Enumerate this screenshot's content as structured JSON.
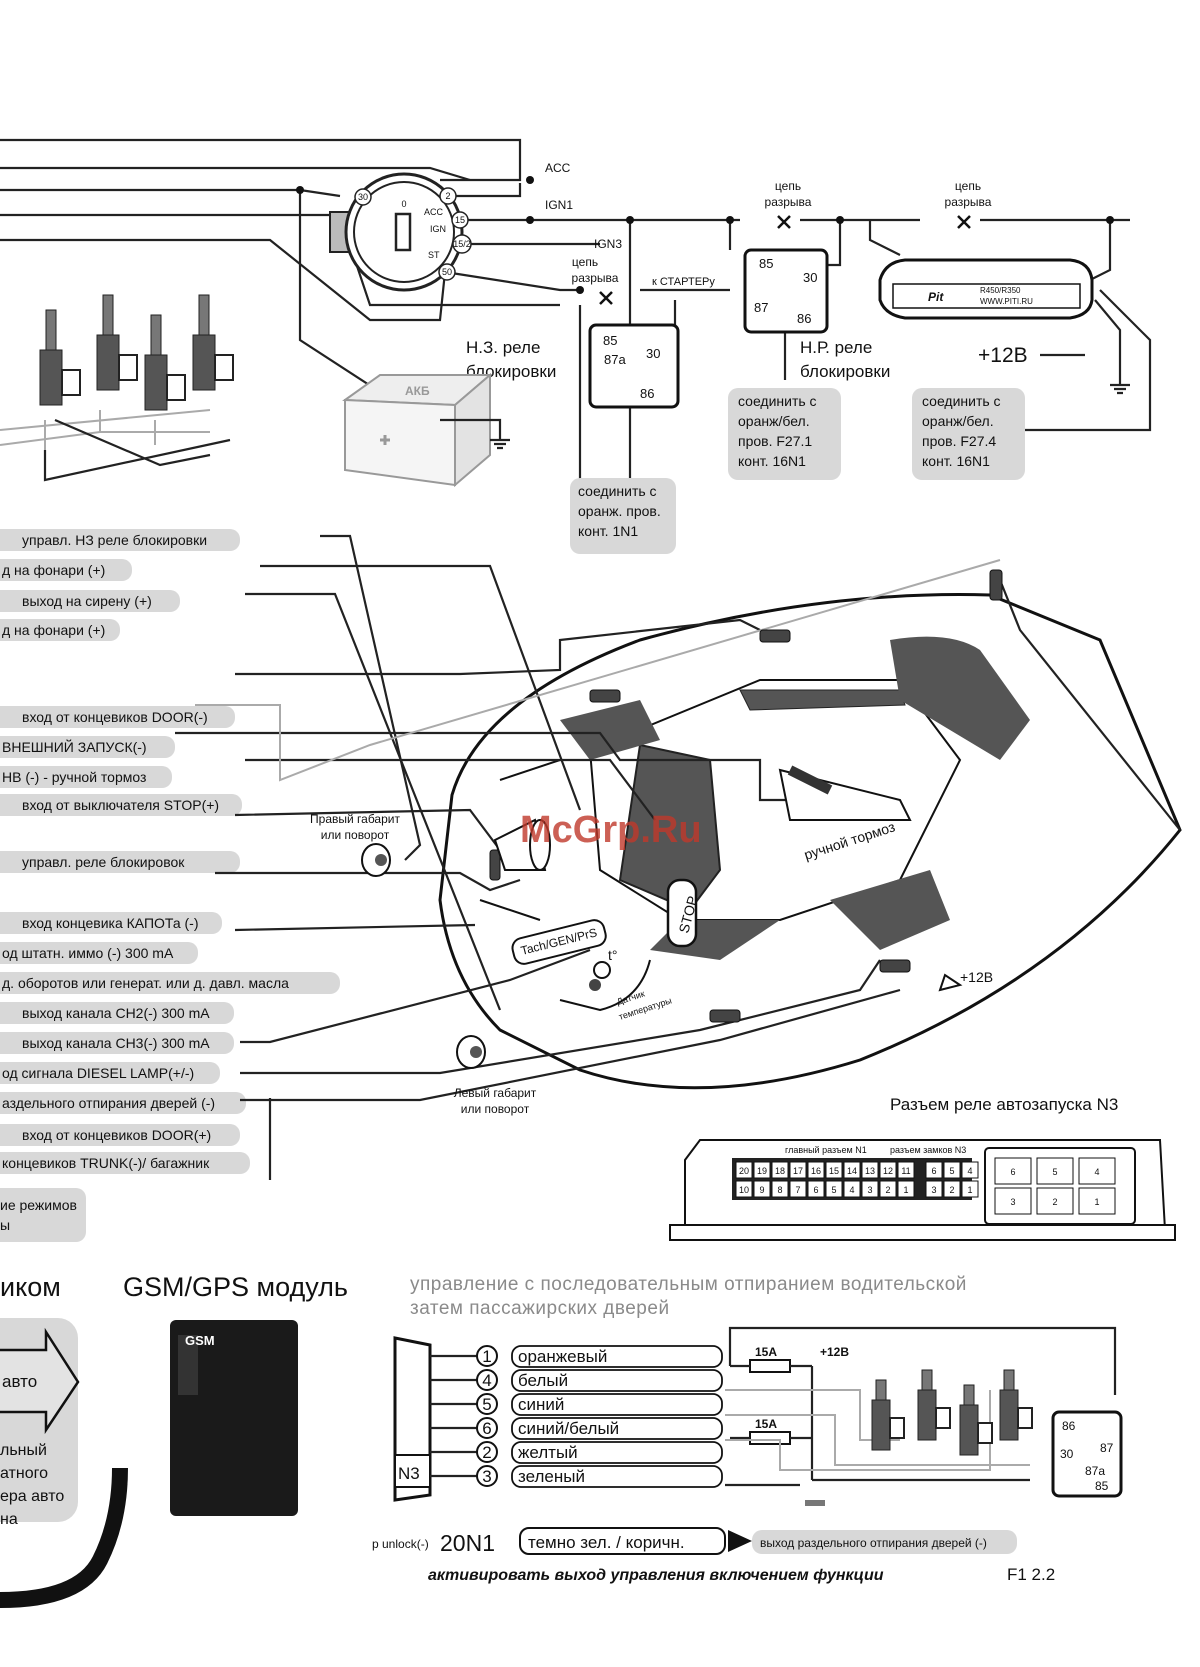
{
  "ignition": {
    "acc": "ACC",
    "ign1": "IGN1",
    "ign3": "IGN3",
    "pins": [
      "30",
      "2",
      "15",
      "15/2",
      "50"
    ],
    "switch_labels": [
      "0",
      "ACC",
      "IGN",
      "ST"
    ]
  },
  "breaks": {
    "label1": "цепь",
    "label2": "разрыва",
    "starter": "к СТАРТЕРу"
  },
  "relay_nc": {
    "title1": "Н.З. реле",
    "title2": "блокировки",
    "pins": [
      "85",
      "87a",
      "30",
      "86"
    ]
  },
  "relay_no": {
    "title1": "Н.Р. реле",
    "title2": "блокировки",
    "pins": [
      "85",
      "30",
      "87",
      "86"
    ]
  },
  "module": {
    "model": "R450/R350",
    "site": "WWW.PITI.RU",
    "brand": "Pit"
  },
  "battery_label": "АКБ",
  "plus12": "+12В",
  "notes": [
    {
      "lines": [
        "соединить с",
        "оранж/бел.",
        "пров. F27.1",
        "конт. 16N1"
      ]
    },
    {
      "lines": [
        "соединить с",
        "оранж/бел.",
        "пров. F27.4",
        "конт. 16N1"
      ]
    },
    {
      "lines": [
        "соединить с",
        "оранж. пров.",
        "конт. 1N1"
      ]
    }
  ],
  "left_labels": [
    "управл. НЗ реле блокировки",
    "д на фонари (+)",
    "выход на сирену (+)",
    "д на фонари (+)",
    "вход от концевиков DOOR(-)",
    "ВНЕШНИЙ ЗАПУСК(-)",
    "НВ (-) - ручной тормоз",
    "вход от выключателя STOP(+)",
    "управл.  реле блокировок",
    "вход концевика КАПОТа (-)",
    "од штатн. иммо (-) 300 mA",
    "д. оборотов или генерат. или д. давл. масла",
    "выход канала CH2(-)  300 mA",
    "выход канала CH3(-)  300 mA",
    "од сигнала DIESEL LAMP(+/-)",
    "аздельного отпирания дверей (-)",
    "вход от концевиков DOOR(+)",
    "концевиков TRUNK(-)/ багажник"
  ],
  "left_bottom_box": [
    "ие режимов",
    "ы"
  ],
  "car": {
    "right_marker1": "Правый габарит",
    "right_marker2": "или поворот",
    "left_marker1": "Левый габарит",
    "left_marker2": "или поворот",
    "handbrake": "ручной тормоз",
    "stop": "STOP",
    "tach": "Tach/GEN/PrS",
    "temp1": "Датчик",
    "temp2": "температуры",
    "temp_sym": "t°",
    "plus12": "+12В"
  },
  "watermark": "McGrp.Ru",
  "connector": {
    "title": "Разъем реле автозапуска N3",
    "main_label": "главный разъем N1",
    "locks_label": "разъем замков N3",
    "top_pins": [
      "20",
      "19",
      "18",
      "17",
      "16",
      "15",
      "14",
      "13",
      "12",
      "11",
      "6",
      "5",
      "4"
    ],
    "bottom_pins": [
      "10",
      "9",
      "8",
      "7",
      "6",
      "5",
      "4",
      "3",
      "2",
      "1",
      "3",
      "2",
      "1"
    ],
    "n3_top": [
      "6",
      "5",
      "4"
    ],
    "n3_bottom": [
      "3",
      "2",
      "1"
    ]
  },
  "bottom_left": {
    "title_partial": "иком",
    "arrow_text": "авто",
    "lines": [
      "льный",
      "атного",
      "ера авто",
      "на"
    ]
  },
  "gsm": {
    "title": "GSM/GPS модуль",
    "device_label": "GSM"
  },
  "locks_section": {
    "title1": "управление с последовательным отпиранием водительской",
    "title2": "затем пассажирских дверей",
    "n3": "N3",
    "wires": [
      {
        "num": "1",
        "color": "оранжевый"
      },
      {
        "num": "4",
        "color": "белый"
      },
      {
        "num": "5",
        "color": "синий"
      },
      {
        "num": "6",
        "color": "синий/белый"
      },
      {
        "num": "2",
        "color": "желтый"
      },
      {
        "num": "3",
        "color": "зеленый"
      }
    ],
    "fuse": "15A",
    "plus12": "+12В",
    "relay_pins": [
      "86",
      "30",
      "87",
      "87a",
      "85"
    ],
    "unlock_prefix": "p unlock(-)",
    "unlock_code": "20N1",
    "unlock_wire": "темно  зел. / коричн.",
    "unlock_out": "выход раздельного отпирания дверей (-)",
    "footer": "активировать выход управления включением функции",
    "footer_code": "F1 2.2"
  },
  "colors": {
    "pill": "#d8d8d8",
    "line": "#222222",
    "gray_title": "#8a8a8a",
    "watermark": "#c0392b"
  }
}
